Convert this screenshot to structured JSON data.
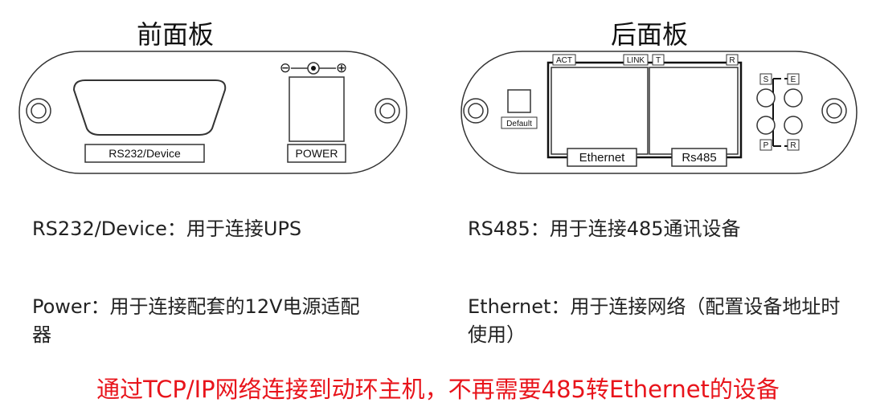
{
  "front_panel": {
    "title": "前面板",
    "rs232_label": "RS232/Device",
    "power_label": "POWER",
    "power_polarity": {
      "negative": "⊖",
      "positive": "⊕"
    }
  },
  "rear_panel": {
    "title": "后面板",
    "default_label": "Default",
    "act_label": "ACT",
    "link_label": "LINK",
    "t_label": "T",
    "r_top_label": "R",
    "ethernet_label": "Ethernet",
    "rs485_label": "Rs485",
    "led_s": "S",
    "led_e": "E",
    "led_p": "P",
    "led_r": "R"
  },
  "descriptions": {
    "rs232": "RS232/Device：用于连接UPS",
    "rs485": "RS485：用于连接485通讯设备",
    "power": "Power：用于连接配套的12V电源适配器",
    "ethernet": "Ethernet：用于连接网络（配置设备地址时使用）"
  },
  "footer_note": "通过TCP/IP网络连接到动环主机，不再需要485转Ethernet的设备",
  "colors": {
    "note": "#e8141b",
    "panel_stroke": "#333333"
  }
}
